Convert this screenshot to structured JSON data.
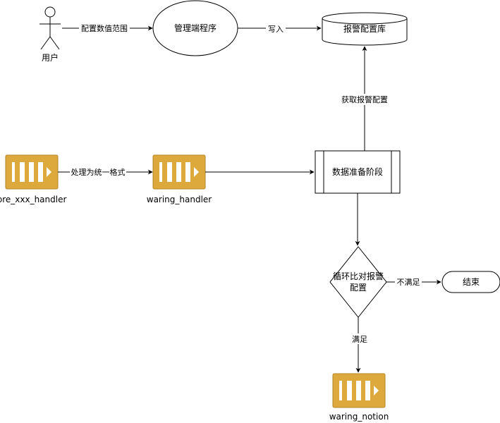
{
  "nodes": {
    "user": "用户",
    "admin_program": "管理端程序",
    "alert_db": "报警配置库",
    "pre_handler": "pre_xxx_handler",
    "waring_handler": "waring_handler",
    "data_prep": "数据准备阶段",
    "loop_compare_line1": "循环比对报警",
    "loop_compare_line2": "配置",
    "end": "结束",
    "waring_notion": "waring_notion"
  },
  "edges": {
    "config_range": "配置数值范围",
    "write": "写入",
    "get_alert_config": "获取报警配置",
    "unify_format": "处理为统一格式",
    "not_satisfied": "不满足",
    "satisfied": "满足"
  },
  "colors": {
    "queue_fill": "#DDA83C",
    "queue_stroke": "#B8872A",
    "queue_symbol": "#FFFFFF"
  }
}
